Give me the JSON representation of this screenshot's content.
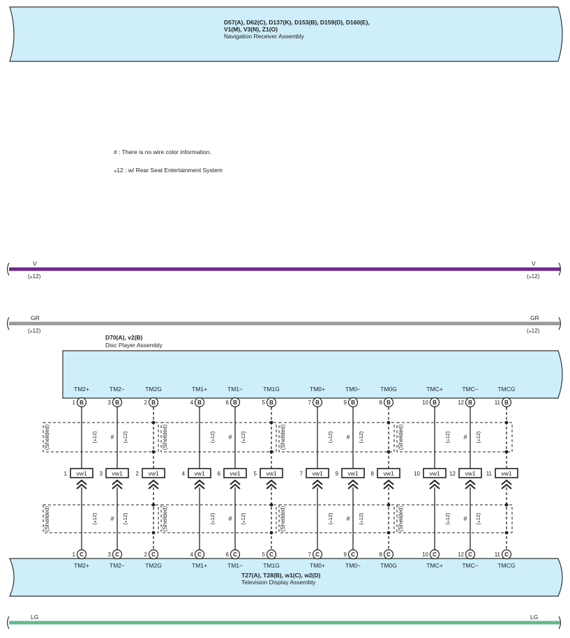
{
  "navigation_receiver": {
    "connectors_line1": "D57(A), D62(C), D137(K), D153(B), D159(D), D160(E),",
    "connectors_line2": "V1(M), V3(N), Z1(O)",
    "name": "Navigation Receiver Assembly"
  },
  "notes": {
    "no_color": "# : There is no wire color information.",
    "rse": "⁎12 : w/ Rear Seat Entertainment System"
  },
  "wires": [
    {
      "code": "V",
      "note": "(⁎12)",
      "color": "#6a2a8a"
    },
    {
      "code": "GR",
      "note": "(⁎12)",
      "color": "#999999"
    },
    {
      "code": "LG",
      "note": "",
      "color": "#66bb88"
    }
  ],
  "disc_player": {
    "connectors": "D70(A), v2(B)",
    "name": "Disc Player Assembly"
  },
  "tv_display": {
    "connectors": "T27(A), T28(B), w1(C), w2(D)",
    "name": "Television Display Assembly"
  },
  "connector_vw1": "vw1",
  "shielded_label": "(Sheilded)",
  "shield_note": "(⁎12)",
  "hash": "#",
  "pin_top_letter": "B",
  "pin_bottom_letter": "C",
  "groups": [
    {
      "pins": [
        {
          "label": "TM2+",
          "num": "1",
          "solid": true
        },
        {
          "label": "TM2−",
          "num": "3",
          "solid": true
        },
        {
          "label": "TM2G",
          "num": "2",
          "solid": false
        }
      ]
    },
    {
      "pins": [
        {
          "label": "TM1+",
          "num": "4",
          "solid": true
        },
        {
          "label": "TM1−",
          "num": "6",
          "solid": true
        },
        {
          "label": "TM1G",
          "num": "5",
          "solid": false
        }
      ]
    },
    {
      "pins": [
        {
          "label": "TM0+",
          "num": "7",
          "solid": true
        },
        {
          "label": "TM0−",
          "num": "9",
          "solid": true
        },
        {
          "label": "TM0G",
          "num": "8",
          "solid": false
        }
      ]
    },
    {
      "pins": [
        {
          "label": "TMC+",
          "num": "10",
          "solid": true
        },
        {
          "label": "TMC−",
          "num": "12",
          "solid": true
        },
        {
          "label": "TMCG",
          "num": "11",
          "solid": false
        }
      ]
    }
  ],
  "colors": {
    "module_fill": "#cdeefa",
    "module_stroke": "#333333"
  }
}
